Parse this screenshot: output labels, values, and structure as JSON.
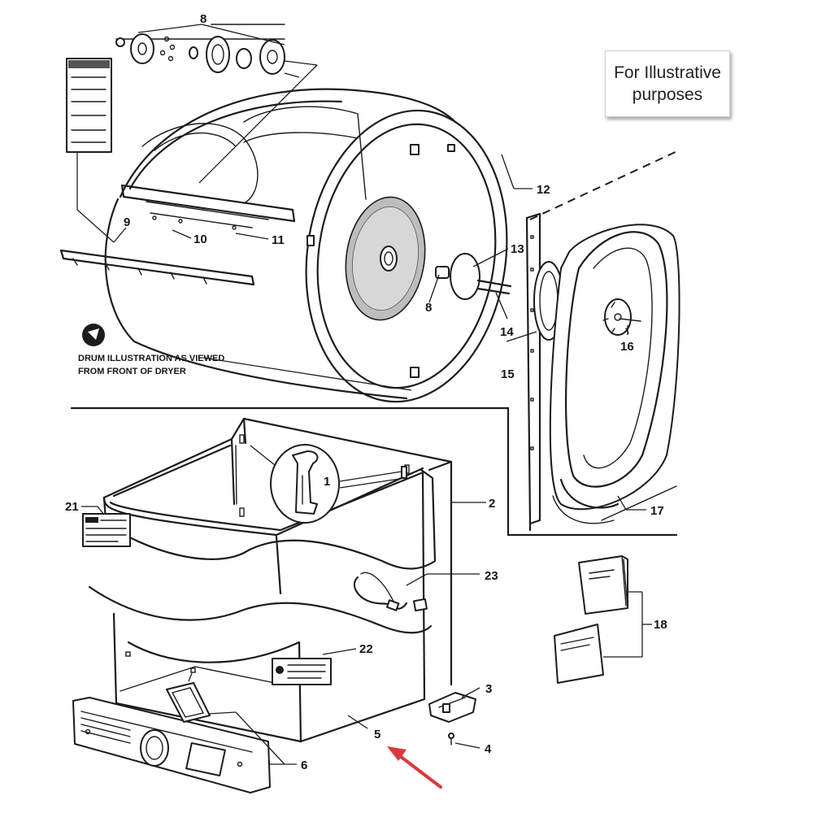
{
  "note": {
    "text": "For Illustrative purposes"
  },
  "caption": {
    "line1": "DRUM ILLUSTRATION AS VIEWED",
    "line2": "FROM FRONT OF DRYER"
  },
  "callouts": {
    "c1": "1",
    "c2": "2",
    "c3": "3",
    "c4": "4",
    "c5": "5",
    "c6": "6",
    "c8a": "8",
    "c8b": "8",
    "c9": "9",
    "c10": "10",
    "c11": "11",
    "c12": "12",
    "c13": "13",
    "c14": "14",
    "c15": "15",
    "c16": "16",
    "c17": "17",
    "c18": "18",
    "c21": "21",
    "c22": "22",
    "c23": "23"
  },
  "highlight_arrow": {
    "color": "#d93a3a",
    "target_part": "5"
  }
}
